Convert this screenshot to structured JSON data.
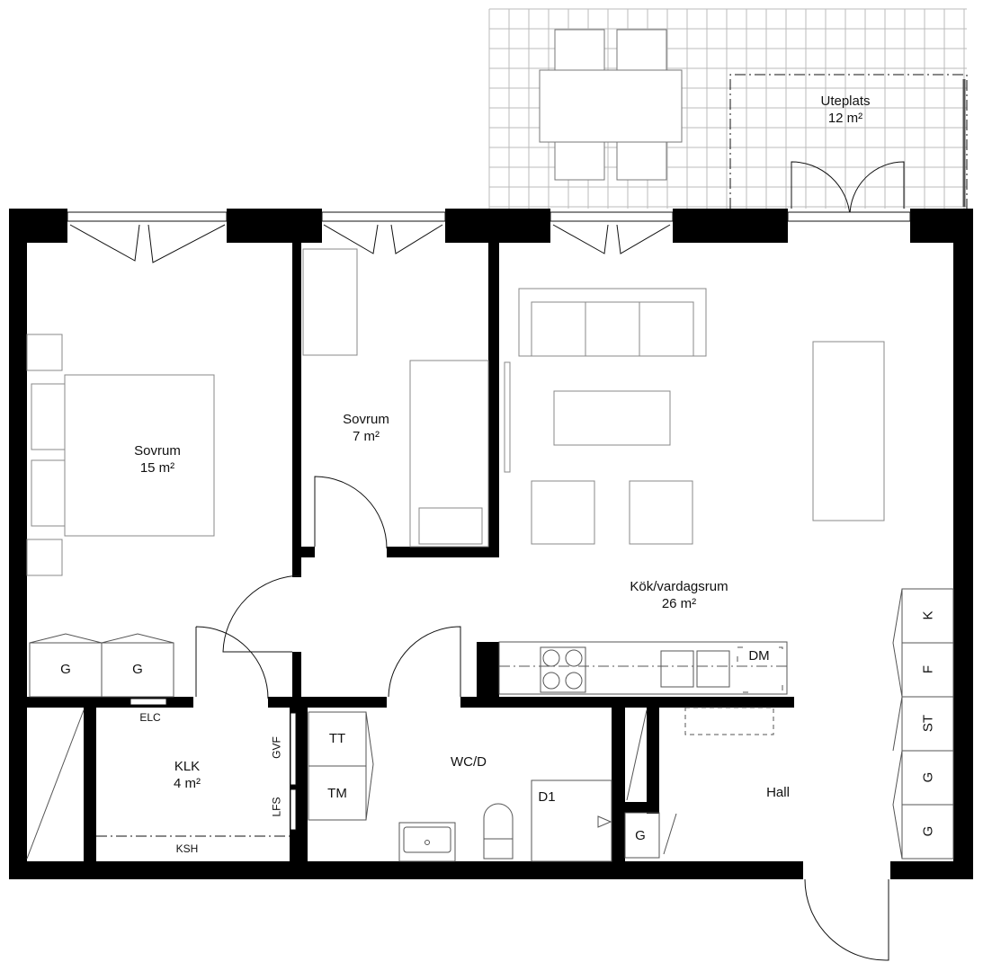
{
  "rooms": {
    "uteplats": {
      "name": "Uteplats",
      "area": "12 m²"
    },
    "sovrum_large": {
      "name": "Sovrum",
      "area": "15 m²"
    },
    "sovrum_small": {
      "name": "Sovrum",
      "area": "7 m²"
    },
    "kok": {
      "name": "Kök/vardagsrum",
      "area": "26 m²"
    },
    "klk": {
      "name": "KLK",
      "area": "4 m²"
    },
    "wc": {
      "name": "WC/D"
    },
    "hall": {
      "name": "Hall"
    }
  },
  "fixtures": {
    "g1": "G",
    "g2": "G",
    "elc": "ELC",
    "gvf": "GVF",
    "lfs": "LFS",
    "ksh": "KSH",
    "tt": "TT",
    "tm": "TM",
    "d1": "D1",
    "dm": "DM",
    "g_hall": "G",
    "k": "K",
    "f": "F",
    "st": "ST",
    "g3": "G",
    "g4": "G"
  }
}
